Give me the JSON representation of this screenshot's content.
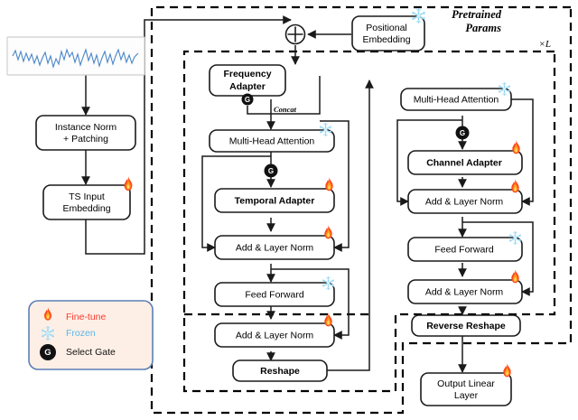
{
  "figure": {
    "type": "architecture-diagram",
    "title": "",
    "groups": {
      "pretrained_params": "Pretrained\nParams",
      "pretrained_params_line1": "Pretrained",
      "pretrained_params_line2": "Params",
      "repeat": "×L"
    }
  },
  "colors": {
    "accent_finetune": "#ff3b2f",
    "accent_frozen": "#5bb8e8",
    "gate_fill": "#111111",
    "box_stroke": "#1a1a1a",
    "legend_bg": "#fdefe6",
    "legend_border": "#5b7fb5",
    "series_line": "#4a86c8"
  },
  "input_pipeline": {
    "timeseries_plot_name": "time-series-input-plot",
    "nodes": [
      {
        "id": "instance-norm",
        "line1": "Instance Norm",
        "line2": "+ Patching",
        "bold": false,
        "badge": "none"
      },
      {
        "id": "ts-input-embedding",
        "line1": "TS Input",
        "line2": "Embedding",
        "bold": false,
        "badge": "finetune"
      }
    ]
  },
  "top": {
    "positional_embedding": {
      "line1": "Positional",
      "line2": "Embedding",
      "badge": "frozen"
    },
    "add_operator": "⊕"
  },
  "temporal_branch": {
    "nodes": [
      {
        "id": "frequency-adapter",
        "line1": "Frequency",
        "line2": "Adapter",
        "bold": true,
        "badge": "none"
      },
      {
        "id": "temporal-multi-head-attention",
        "line1": "Multi-Head Attention",
        "line2": "",
        "bold": false,
        "badge": "frozen"
      },
      {
        "id": "temporal-adapter",
        "line1": "Temporal Adapter",
        "line2": "",
        "bold": true,
        "badge": "finetune"
      },
      {
        "id": "temporal-add-layer-norm-1",
        "line1": "Add & Layer Norm",
        "line2": "",
        "bold": false,
        "badge": "finetune"
      },
      {
        "id": "temporal-feed-forward",
        "line1": "Feed Forward",
        "line2": "",
        "bold": false,
        "badge": "frozen"
      },
      {
        "id": "temporal-add-layer-norm-2",
        "line1": "Add & Layer Norm",
        "line2": "",
        "bold": false,
        "badge": "finetune"
      },
      {
        "id": "reshape",
        "line1": "Reshape",
        "line2": "",
        "bold": true,
        "badge": "none"
      }
    ],
    "edge_labels": {
      "concat": "Concat"
    }
  },
  "channel_branch": {
    "nodes": [
      {
        "id": "channel-multi-head-attention",
        "line1": "Multi-Head Attention",
        "line2": "",
        "bold": false,
        "badge": "frozen"
      },
      {
        "id": "channel-adapter",
        "line1": "Channel Adapter",
        "line2": "",
        "bold": true,
        "badge": "finetune"
      },
      {
        "id": "channel-add-layer-norm-1",
        "line1": "Add & Layer Norm",
        "line2": "",
        "bold": false,
        "badge": "finetune"
      },
      {
        "id": "channel-feed-forward",
        "line1": "Feed Forward",
        "line2": "",
        "bold": false,
        "badge": "frozen"
      },
      {
        "id": "channel-add-layer-norm-2",
        "line1": "Add & Layer Norm",
        "line2": "",
        "bold": false,
        "badge": "finetune"
      },
      {
        "id": "reverse-reshape",
        "line1": "Reverse Reshape",
        "line2": "",
        "bold": true,
        "badge": "none"
      }
    ]
  },
  "output": {
    "node": {
      "id": "output-linear-layer",
      "line1": "Output Linear",
      "line2": "Layer",
      "bold": false,
      "badge": "finetune"
    }
  },
  "legend": {
    "items": [
      {
        "icon": "flame-icon",
        "label": "Fine-tune",
        "color": "#ff3b2f"
      },
      {
        "icon": "snowflake-icon",
        "label": "Frozen",
        "color": "#5bb8e8"
      },
      {
        "icon": "select-gate-icon",
        "label": "Select Gate",
        "color": "#000000"
      }
    ]
  },
  "gates": {
    "glyph": "G",
    "names": [
      "gate-frequency-adapter",
      "gate-temporal-adapter",
      "gate-channel-adapter"
    ]
  }
}
